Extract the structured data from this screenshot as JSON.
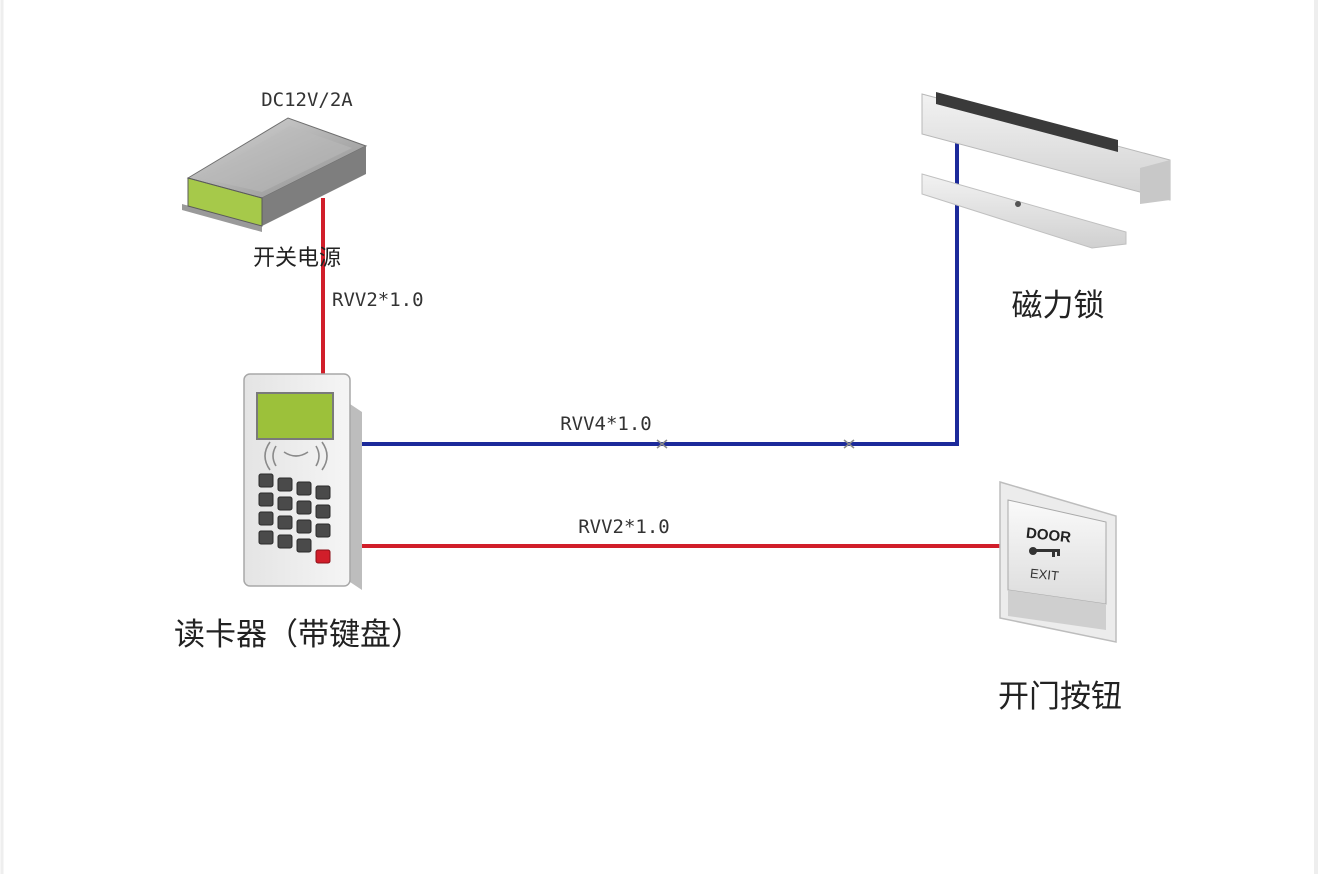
{
  "power_supply": {
    "spec": "DC12V/2A",
    "name": "开关电源"
  },
  "cable_power": {
    "spec": "RVV2*1.0"
  },
  "cable_lock": {
    "spec": "RVV4*1.0"
  },
  "cable_button": {
    "spec": "RVV2*1.0"
  },
  "mag_lock": {
    "name": "磁力锁"
  },
  "card_reader": {
    "name": "读卡器（带键盘）"
  },
  "exit_button": {
    "name": "开门按钮",
    "face_top": "DOOR",
    "face_bottom": "EXIT"
  },
  "colors": {
    "power_wire": "#d11e2a",
    "signal_wire": "#1c2a9a",
    "screen_green": "#9cc13a"
  }
}
